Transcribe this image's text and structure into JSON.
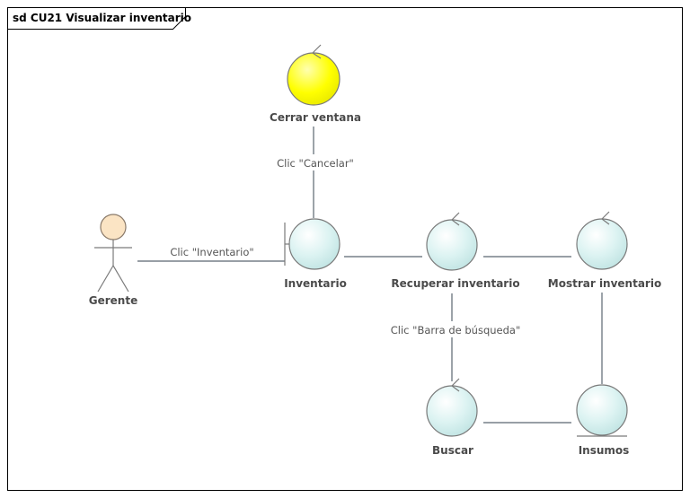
{
  "diagram": {
    "title": "sd CU21 Visualizar inventario",
    "elements": {
      "gerente": "Gerente",
      "inventario": "Inventario",
      "cerrar": "Cerrar ventana",
      "recuperar": "Recuperar inventario",
      "mostrar": "Mostrar inventario",
      "buscar": "Buscar",
      "insumos": "Insumos"
    },
    "connectors": {
      "gerente_inventario": "Clic \"Inventario\"",
      "inventario_cerrar": "Clic \"Cancelar\"",
      "recuperar_buscar": "Clic \"Barra de búsqueda\""
    },
    "colors": {
      "control_fill": "#d6f0ef",
      "control_highlight_fill": "#ffff00",
      "actor_fill": "#fbe4c4",
      "line": "#5b6670"
    }
  }
}
